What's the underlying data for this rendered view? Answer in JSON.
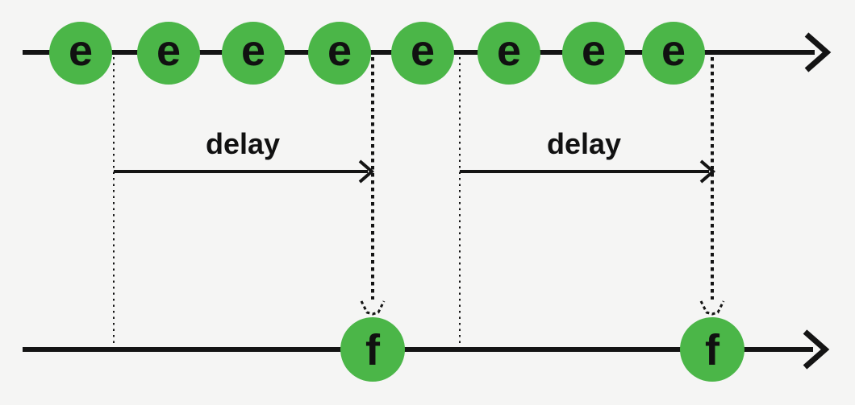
{
  "diagram": {
    "source_stream": {
      "events": [
        {
          "label": "e"
        },
        {
          "label": "e"
        },
        {
          "label": "e"
        },
        {
          "label": "e"
        },
        {
          "label": "e"
        },
        {
          "label": "e"
        },
        {
          "label": "e"
        },
        {
          "label": "e"
        }
      ]
    },
    "delay_arrows": [
      {
        "label": "delay"
      },
      {
        "label": "delay"
      }
    ],
    "output_stream": {
      "events": [
        {
          "label": "f"
        },
        {
          "label": "f"
        }
      ]
    },
    "colors": {
      "event_fill": "#4bb648",
      "stroke": "#141414",
      "background": "#f5f5f4",
      "text": "#111111"
    }
  }
}
